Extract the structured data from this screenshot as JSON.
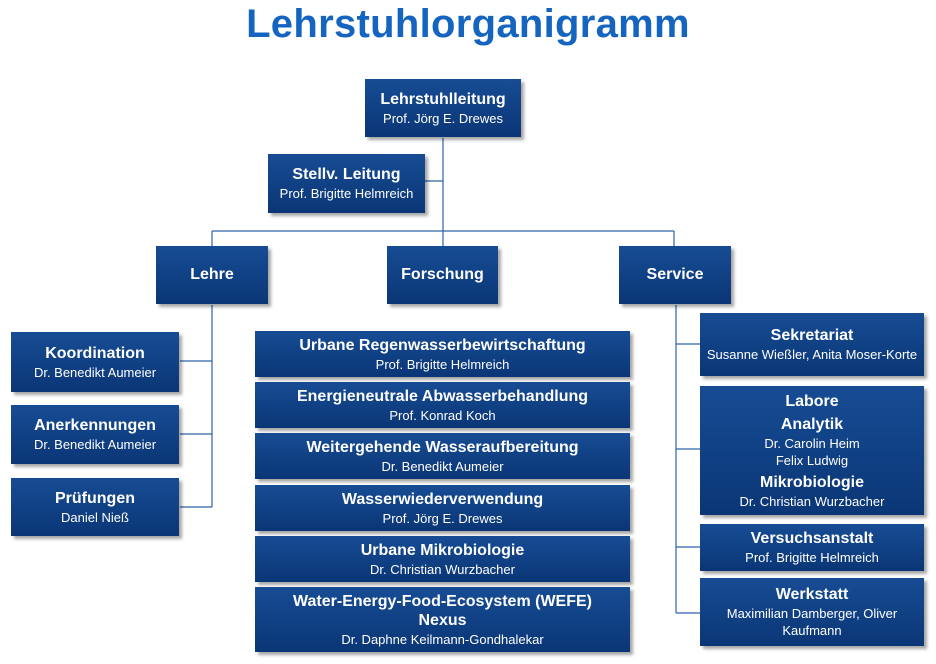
{
  "title": "Lehrstuhlorganigramm",
  "leitung": {
    "title": "Lehrstuhlleitung",
    "person": "Prof. Jörg E. Drewes"
  },
  "stellv": {
    "title": "Stellv. Leitung",
    "person": "Prof. Brigitte Helmreich"
  },
  "branches": {
    "lehre": "Lehre",
    "forschung": "Forschung",
    "service": "Service"
  },
  "lehre": [
    {
      "title": "Koordination",
      "person": "Dr. Benedikt Aumeier"
    },
    {
      "title": "Anerkennungen",
      "person": "Dr. Benedikt Aumeier"
    },
    {
      "title": "Prüfungen",
      "person": "Daniel Nieß"
    }
  ],
  "forschung": [
    {
      "title": "Urbane Regenwasserbewirtschaftung",
      "person": "Prof. Brigitte Helmreich"
    },
    {
      "title": "Energieneutrale Abwasserbehandlung",
      "person": "Prof. Konrad Koch"
    },
    {
      "title": "Weitergehende Wasseraufbereitung",
      "person": "Dr. Benedikt Aumeier"
    },
    {
      "title": "Wasserwiederverwendung",
      "person": "Prof. Jörg E. Drewes"
    },
    {
      "title": "Urbane Mikrobiologie",
      "person": "Dr. Christian Wurzbacher"
    },
    {
      "title": "Water-Energy-Food-Ecosystem (WEFE) Nexus",
      "person": "Dr. Daphne Keilmann-Gondhalekar"
    }
  ],
  "service": {
    "sekretariat": {
      "title": "Sekretariat",
      "person": "Susanne Wießler, Anita Moser-Korte"
    },
    "labore": {
      "title": "Labore",
      "analytik": {
        "title": "Analytik",
        "person1": "Dr. Carolin Heim",
        "person2": "Felix Ludwig"
      },
      "mikrobiologie": {
        "title": "Mikrobiologie",
        "person": "Dr. Christian Wurzbacher"
      }
    },
    "versuchsanstalt": {
      "title": "Versuchsanstalt",
      "person": "Prof. Brigitte Helmreich"
    },
    "werkstatt": {
      "title": "Werkstatt",
      "person": "Maximilian Damberger, Oliver Kaufmann"
    }
  },
  "colors": {
    "box": "#0f3f82",
    "title": "#1565c0",
    "connector": "#2d63a8"
  }
}
